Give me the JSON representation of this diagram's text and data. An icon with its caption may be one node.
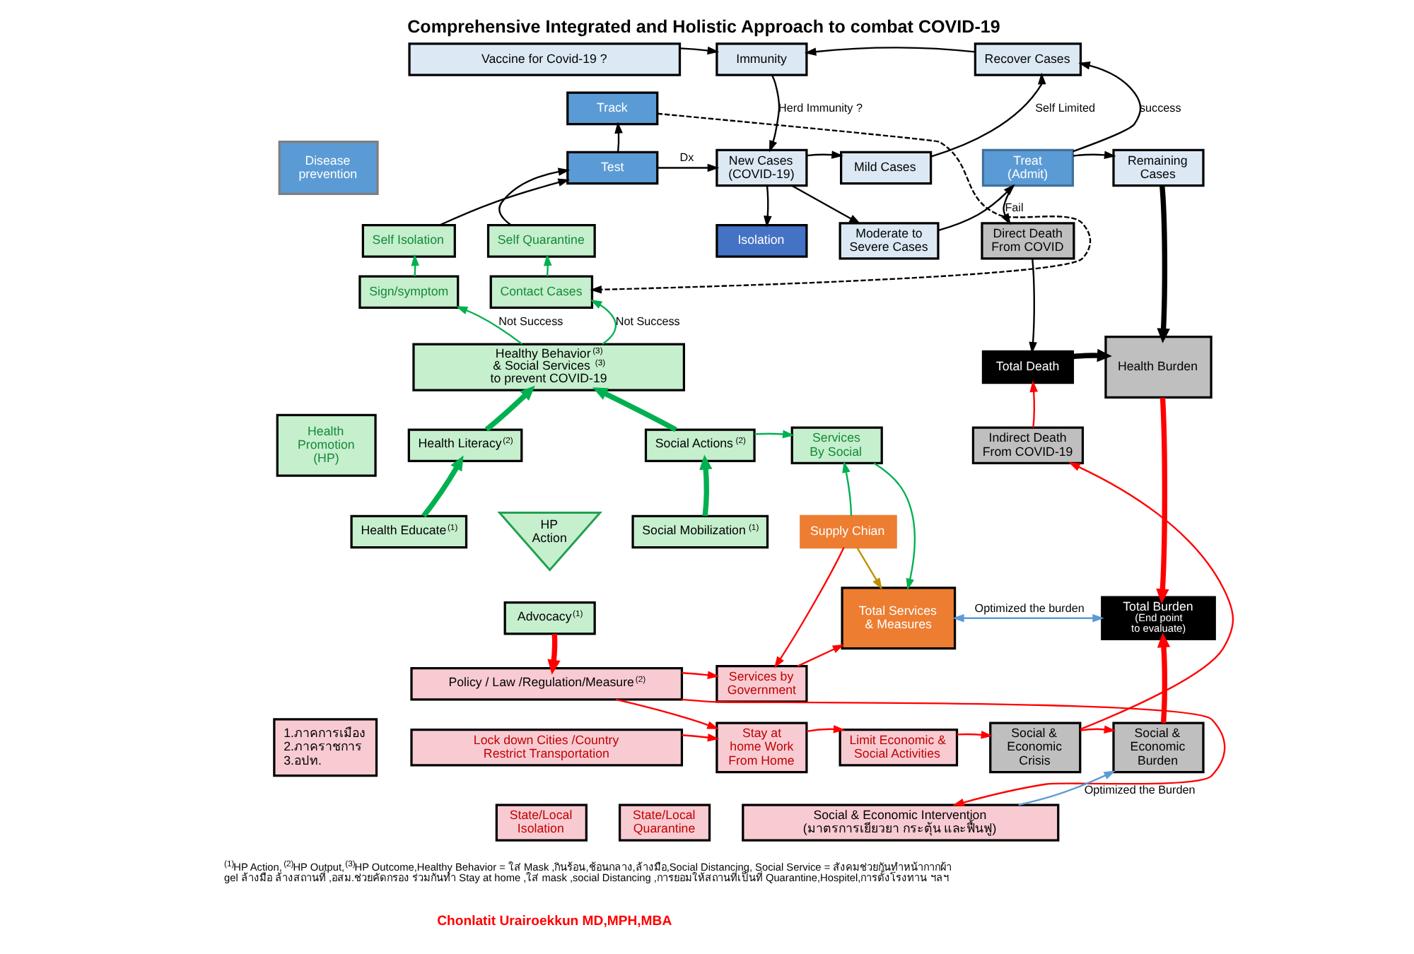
{
  "diagram": {
    "title": "Comprehensive Integrated and Holistic Approach to combat COVID-19",
    "nodes": [
      {
        "text": [
          "Disease prevention"
        ]
      },
      {
        "text": [
          "Vaccine for Covid-19 ?"
        ]
      },
      {
        "text": [
          "Immunity"
        ]
      },
      {
        "text": [
          "Recover Cases"
        ]
      },
      {
        "text": [
          "Track"
        ]
      },
      {
        "text": [
          "Test"
        ]
      },
      {
        "text": [
          "New Cases (COVID-19)"
        ]
      },
      {
        "text": [
          "Mild Cases"
        ]
      },
      {
        "text": [
          "Treat (Admit)"
        ]
      },
      {
        "text": [
          "Remaining Cases"
        ]
      },
      {
        "text": [
          "Self Isolation"
        ]
      },
      {
        "text": [
          "Self Quarantine"
        ]
      },
      {
        "text": [
          "Isolation"
        ]
      },
      {
        "text": [
          "Moderate to Severe Cases"
        ]
      },
      {
        "text": [
          "Direct Death From COVID"
        ]
      },
      {
        "text": [
          "Health Burden"
        ]
      },
      {
        "text": [
          "Health Promotion (HP)"
        ]
      },
      {
        "text": [
          "Sign/symptom"
        ]
      },
      {
        "text": [
          "Contact Cases"
        ]
      },
      {
        "text": [
          "Healthy Behavior$^{(3)}$ & Social Services $^{(3)}$ to prevent COVID-19"
        ]
      },
      {
        "text": [
          "Total Death"
        ]
      },
      {
        "text": [
          "Health Literacy$^{(2)}$"
        ]
      },
      {
        "text": [
          "Social Actions$^{(2)}$"
        ]
      },
      {
        "text": [
          "Services By Social"
        ]
      },
      {
        "text": [
          "Total Services & Measures"
        ]
      },
      {
        "text": [
          "Indirect Death From COVID-19"
        ]
      },
      {
        "text": [
          "Health Educate$^{(1)}$"
        ]
      },
      {
        "text": [
          "HP Action"
        ]
      },
      {
        "text": [
          "Social Mobilization$^{(1)}$"
        ]
      },
      {
        "text": [
          "Supply Chian"
        ]
      },
      {
        "text": [
          "Advocacy$^{(1)}$"
        ]
      },
      {
        "text": [
          "Services by Government"
        ]
      },
      {
        "text": [
          "Total Burden",
          "(End point to evaluate)"
        ]
      },
      {
        "text": [
          "1.ภาคการเมือง",
          "2.ภาคราชการ",
          "3.อปท."
        ]
      },
      {
        "text": [
          "Policy / Law /Regulation/Measure$^{(2)}$"
        ]
      },
      {
        "text": [
          "Lock down Cities /Country Restrict Transportation"
        ]
      },
      {
        "text": [
          "Stay at home Work From Home"
        ]
      },
      {
        "text": [
          "Limit Economic & Social Activities"
        ]
      },
      {
        "text": [
          "Social & Economic Crisis"
        ]
      },
      {
        "text": [
          "Social & Economic Burden"
        ]
      },
      {
        "text": [
          "State/Local Isolation"
        ]
      },
      {
        "text": [
          "State/Local Quarantine"
        ]
      },
      {
        "text": [
          "Social & Economic Intervention",
          "(มาตรการเยียวยา กระตุ้น และฟื้นฟู)"
        ]
      }
    ],
    "edges": [
      {
        "from": 1,
        "to": 2,
        "arrow": "to"
      },
      {
        "from": 3,
        "to": 2,
        "arrow": "to"
      },
      {
        "from": 2,
        "to": 6,
        "arrow": "to",
        "label": "Herd Immunity ?"
      },
      {
        "from": 5,
        "to": 4,
        "arrow": "to"
      },
      {
        "from": 5,
        "to": 6,
        "arrow": "to",
        "label": "Dx"
      },
      {
        "from": 4,
        "to": 18,
        "arrow": "to",
        "style": "dashed"
      },
      {
        "from": 10,
        "to": 5,
        "arrow": "to"
      },
      {
        "from": 11,
        "to": 5,
        "arrow": "to"
      },
      {
        "from": 6,
        "to": 7,
        "arrow": "to"
      },
      {
        "from": 6,
        "to": 12,
        "arrow": "to"
      },
      {
        "from": 6,
        "to": 13,
        "arrow": "to"
      },
      {
        "from": 7,
        "to": 3,
        "arrow": "to",
        "label": "Self Limited"
      },
      {
        "from": 13,
        "to": 8,
        "arrow": "to"
      },
      {
        "from": 8,
        "to": 3,
        "arrow": "to",
        "label": "success"
      },
      {
        "from": 8,
        "to": 9,
        "arrow": "to"
      },
      {
        "from": 8,
        "to": 14,
        "arrow": "to",
        "label": "Fail"
      },
      {
        "from": 9,
        "to": 15,
        "arrow": "to",
        "style": "thick"
      },
      {
        "from": 14,
        "to": 20,
        "arrow": "to"
      },
      {
        "from": 20,
        "to": 15,
        "arrow": "to",
        "style": "thick"
      },
      {
        "from": 17,
        "to": 10,
        "arrow": "to",
        "color": "#00b050"
      },
      {
        "from": 18,
        "to": 11,
        "arrow": "to",
        "color": "#00b050"
      },
      {
        "from": 19,
        "to": 17,
        "arrow": "to",
        "color": "#00b050",
        "label": "Not Success"
      },
      {
        "from": 19,
        "to": 18,
        "arrow": "to",
        "color": "#00b050",
        "label": "Not Success"
      },
      {
        "from": 21,
        "to": 19,
        "arrow": "to",
        "color": "#00b050",
        "style": "thick"
      },
      {
        "from": 22,
        "to": 19,
        "arrow": "to",
        "color": "#00b050",
        "style": "thick"
      },
      {
        "from": 26,
        "to": 21,
        "arrow": "to",
        "color": "#00b050",
        "style": "thick"
      },
      {
        "from": 28,
        "to": 22,
        "arrow": "to",
        "color": "#00b050",
        "style": "thick"
      },
      {
        "from": 22,
        "to": 23,
        "arrow": "to",
        "color": "#00b050"
      },
      {
        "from": 23,
        "to": 24,
        "arrow": "to",
        "color": "#00b050"
      },
      {
        "from": 29,
        "to": 23,
        "arrow": "to",
        "color": "#00b050"
      },
      {
        "from": 29,
        "to": 24,
        "arrow": "to",
        "color": "#bf9000"
      },
      {
        "from": 29,
        "to": 31,
        "arrow": "to",
        "color": "#ff0000"
      },
      {
        "from": 30,
        "to": 34,
        "arrow": "to",
        "color": "#ff0000",
        "style": "thick"
      },
      {
        "from": 34,
        "to": 31,
        "arrow": "to",
        "color": "#ff0000"
      },
      {
        "from": 34,
        "to": 36,
        "arrow": "to",
        "color": "#ff0000"
      },
      {
        "from": 34,
        "to": 42,
        "arrow": "to",
        "color": "#ff0000"
      },
      {
        "from": 35,
        "to": 36,
        "arrow": "to",
        "color": "#ff0000"
      },
      {
        "from": 31,
        "to": 24,
        "arrow": "to",
        "color": "#ff0000"
      },
      {
        "from": 36,
        "to": 37,
        "arrow": "to",
        "color": "#ff0000"
      },
      {
        "from": 37,
        "to": 38,
        "arrow": "to",
        "color": "#ff0000"
      },
      {
        "from": 38,
        "to": 39,
        "arrow": "to",
        "color": "#ff0000"
      },
      {
        "from": 38,
        "to": 25,
        "arrow": "to",
        "color": "#ff0000"
      },
      {
        "from": 25,
        "to": 20,
        "arrow": "to",
        "color": "#ff0000"
      },
      {
        "from": 15,
        "to": 32,
        "arrow": "to",
        "color": "#ff0000",
        "style": "thick"
      },
      {
        "from": 39,
        "to": 32,
        "arrow": "to",
        "color": "#ff0000",
        "style": "thick"
      },
      {
        "from": 24,
        "to": 32,
        "arrow": "both",
        "color": "#5b9bd5",
        "label": "Optimized the burden"
      },
      {
        "from": 42,
        "to": 39,
        "arrow": "to",
        "color": "#5b9bd5",
        "label": "Optimized the Burden"
      }
    ],
    "labels": [
      "$^{(1)}$HP Action,$^{(2)}$HP Output,$^{(3)}$HP Outcome,Healthy Behavior = ใส่ Mask ,กินร้อน,ช้อนกลาง,ล้างมือ,Social Distancing, Social Service = สังคมช่วยกันทำหน้ากากผ้า gel ล้างมือ ล้างสถานที่ ,อสม.ช่วยคัดกรอง ร่วมกันทำ Stay at home ,ใส่ mask ,social Distancing ,การยอมให้สถานที่เป็นที่ Quarantine,Hospitel,การตั้งโรงทาน ฯลฯ",
      "Chonlatit Urairoekkun MD,MPH,MBA"
    ]
  }
}
